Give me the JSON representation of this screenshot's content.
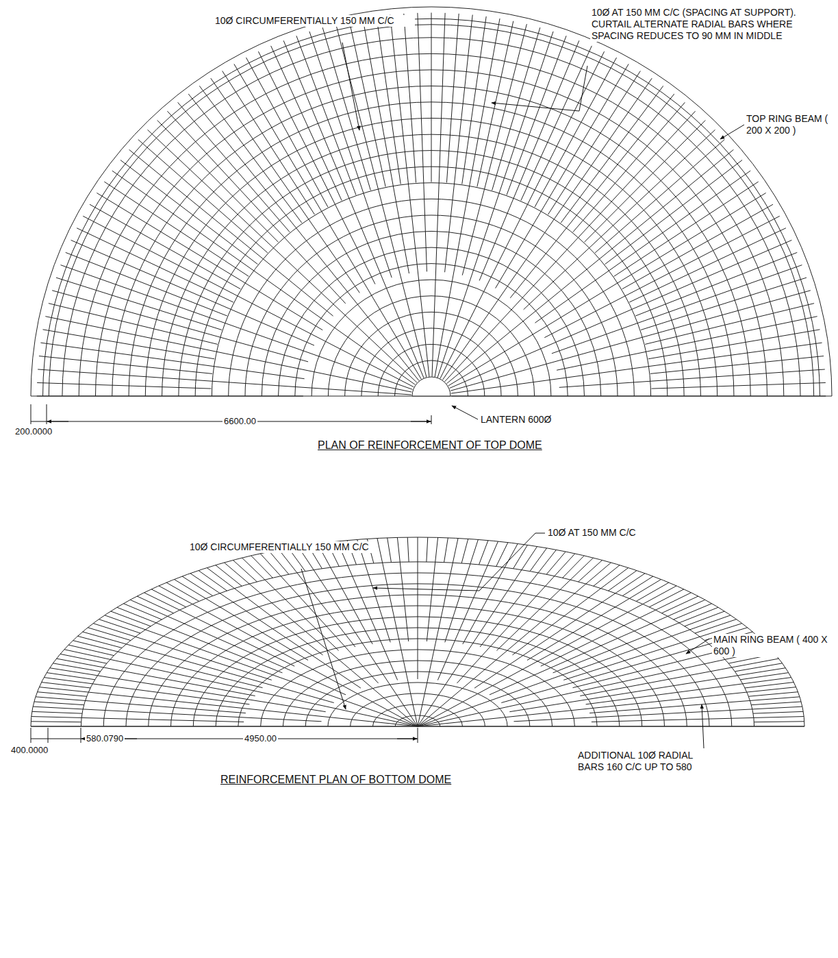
{
  "diagram": {
    "labels": [
      "10Ø CIRCUMFERENTIALLY 150 MM C/C",
      "10Ø AT 150 MM C/C (SPACING AT SUPPORT). CURTAIL ALTERNATE RADIAL BARS WHERE SPACING REDUCES TO 90 MM IN MIDDLE",
      "TOP RING BEAM ( 200 X 200 )",
      "200.0000",
      "6600.00",
      "LANTERN 600Ø",
      "PLAN OF REINFORCEMENT OF TOP DOME",
      "10Ø CIRCUMFERENTIALLY 150 MM C/C",
      "10Ø AT 150 MM C/C",
      "MAIN RING BEAM ( 400 X 600 )",
      "400.0000",
      "580.0790",
      "4950.00",
      "ADDITIONAL 10Ø RADIAL BARS 160 C/C UP TO 580",
      "REINFORCEMENT PLAN OF BOTTOM DOME"
    ]
  }
}
